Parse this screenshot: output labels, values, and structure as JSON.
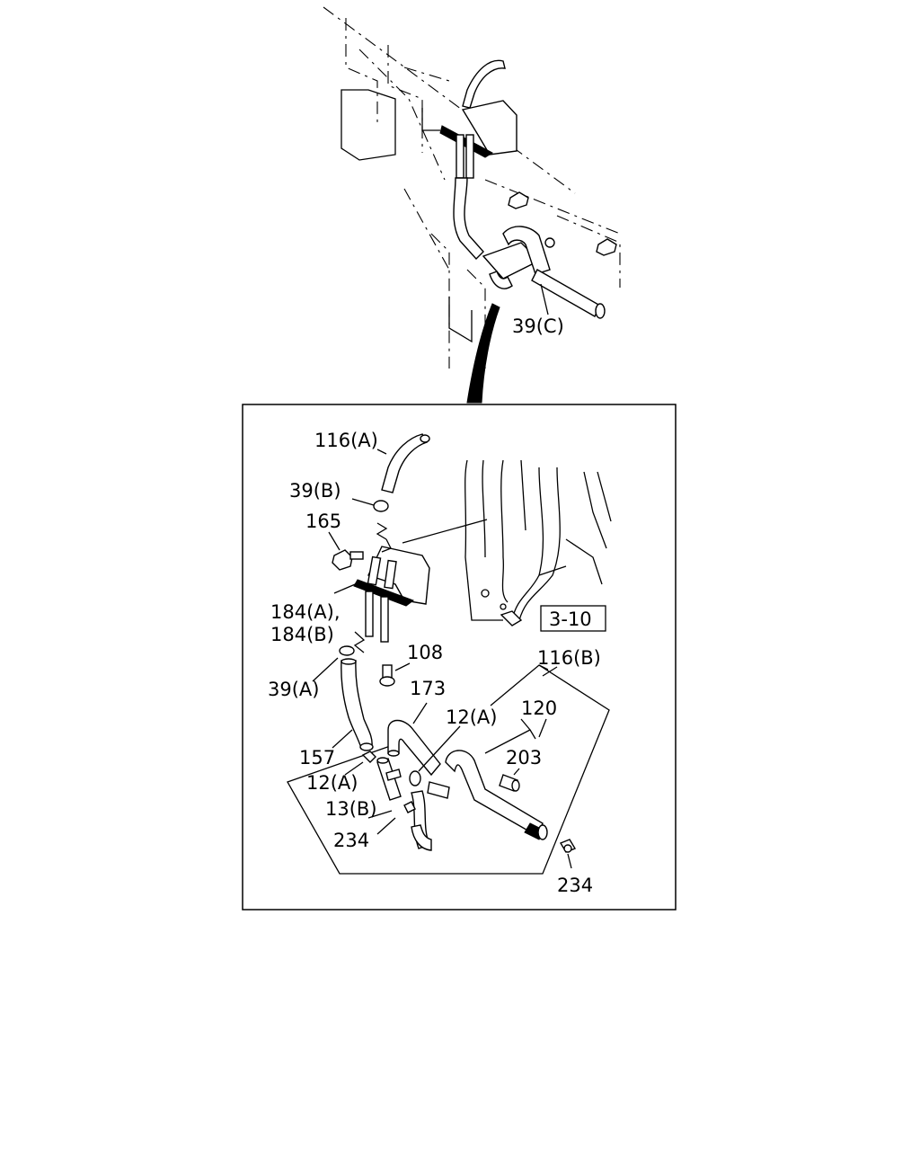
{
  "callouts": {
    "top_39c": "39(C)",
    "p_116a": "116(A)",
    "p_39b": "39(B)",
    "p_165": "165",
    "p_184a": "184(A),",
    "p_184b": "184(B)",
    "p_39a": "39(A)",
    "p_108": "108",
    "p_173": "173",
    "p_116b": "116(B)",
    "p_12a_upper": "12(A)",
    "p_120": "120",
    "p_203": "203",
    "p_157": "157",
    "p_12a_lower": "12(A)",
    "p_13b": "13(B)",
    "p_234_left": "234",
    "p_234_right": "234"
  },
  "reference_box": {
    "label": "3-10"
  }
}
